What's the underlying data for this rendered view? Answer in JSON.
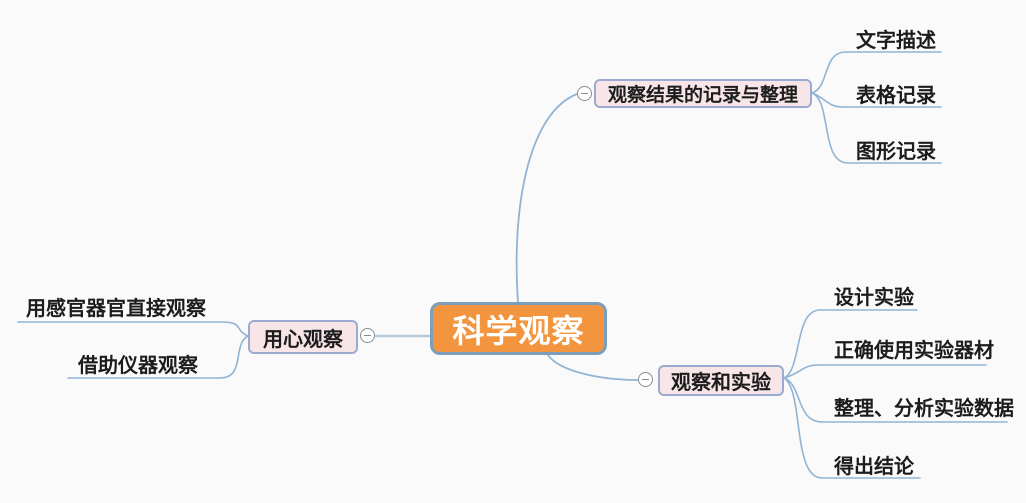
{
  "canvas": {
    "background": "#FAFAFA"
  },
  "colors": {
    "background": "#FAFAFA",
    "root_fill": "#F2953E",
    "root_border": "#7C9EBD",
    "root_text": "#FFFFFF",
    "topic_fill": "#F7E5E8",
    "topic_border": "#9BABD0",
    "topic_text": "#1C1C1C",
    "line": "#8FB4D4",
    "collapse_border": "#8C8C8C"
  },
  "mindmap": {
    "root": {
      "label": "科学观察"
    },
    "branches": [
      {
        "label": "用心观察",
        "side": "left",
        "collapse_icon": "minus",
        "children": [
          {
            "label": "用感官器官直接观察"
          },
          {
            "label": "借助仪器观察"
          }
        ]
      },
      {
        "label": "观察结果的记录与整理",
        "side": "right-top",
        "collapse_icon": "minus",
        "children": [
          {
            "label": "文字描述"
          },
          {
            "label": "表格记录"
          },
          {
            "label": "图形记录"
          }
        ]
      },
      {
        "label": "观察和实验",
        "side": "right-bottom",
        "collapse_icon": "minus",
        "children": [
          {
            "label": "设计实验"
          },
          {
            "label": "正确使用实验器材"
          },
          {
            "label": "整理、分析实验数据"
          },
          {
            "label": "得出结论"
          }
        ]
      }
    ]
  }
}
